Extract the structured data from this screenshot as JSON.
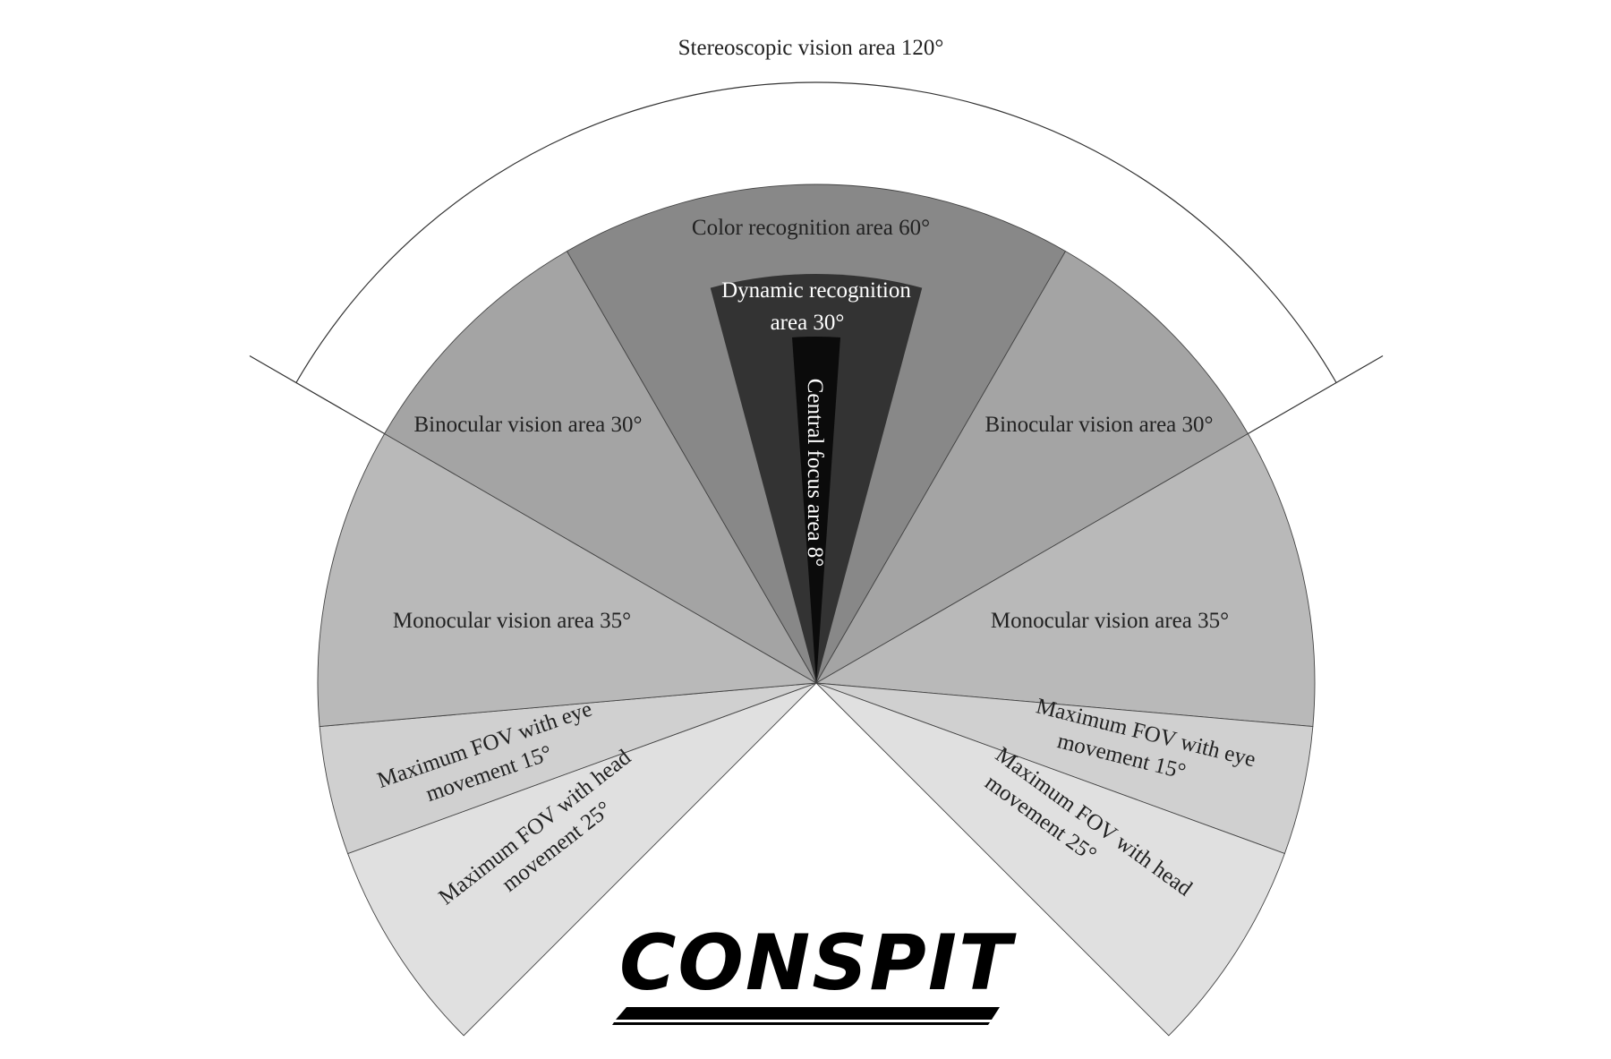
{
  "title": "Stereoscopic vision area 120°",
  "stereoscopic_span_deg": 120,
  "sectors": [
    {
      "id": "head-left",
      "from": -135,
      "to": -110,
      "color": "#e0e0e0"
    },
    {
      "id": "eye-left",
      "from": -110,
      "to": -95,
      "color": "#d0d0d0"
    },
    {
      "id": "mono-left",
      "from": -95,
      "to": -60,
      "color": "#b9b9b9"
    },
    {
      "id": "bino-left",
      "from": -60,
      "to": -30,
      "color": "#a4a4a4"
    },
    {
      "id": "color",
      "from": -30,
      "to": 30,
      "color": "#888888"
    },
    {
      "id": "bino-right",
      "from": 30,
      "to": 60,
      "color": "#a4a4a4"
    },
    {
      "id": "mono-right",
      "from": 60,
      "to": 95,
      "color": "#b9b9b9"
    },
    {
      "id": "eye-right",
      "from": 95,
      "to": 110,
      "color": "#d0d0d0"
    },
    {
      "id": "head-right",
      "from": 110,
      "to": 135,
      "color": "#e0e0e0"
    },
    {
      "id": "dynamic",
      "from": -15,
      "to": 15,
      "color": "#333333",
      "inner": "dynamic"
    },
    {
      "id": "central",
      "from": -4,
      "to": 4,
      "color": "#0b0b0b",
      "inner": "central"
    }
  ],
  "labels": {
    "color": "Color recognition area 60°",
    "dynamic_line1": "Dynamic recognition",
    "dynamic_line2": "area 30°",
    "central": "Central focus area 8°",
    "binocular_left": "Binocular vision area 30°",
    "binocular_right": "Binocular vision area 30°",
    "monocular_left": "Monocular vision area 35°",
    "monocular_right": "Monocular vision area 35°",
    "eye_left_line1": "Maximum FOV with eye",
    "eye_left_line2": "movement 15°",
    "eye_right_line1": "Maximum FOV with eye",
    "eye_right_line2": "movement 15°",
    "head_left_line1": "Maximum FOV with head",
    "head_left_line2": "movement 25°",
    "head_right_line1": "Maximum FOV with head",
    "head_right_line2": "movement 25°"
  },
  "logo": {
    "text": "CONSPIT"
  }
}
